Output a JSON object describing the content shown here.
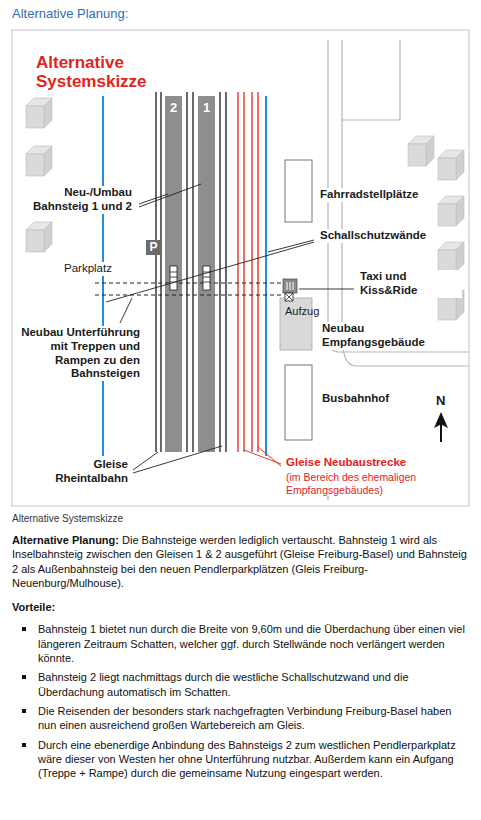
{
  "diagram": {
    "title": "Alternative Planung:",
    "caption": "Alternative Systemskizze",
    "nodes": [
      {
        "text": [
          "2"
        ]
      },
      {
        "text": [
          "1"
        ]
      },
      {
        "text": [
          "P"
        ]
      }
    ],
    "labels": [
      "Alternative Systemskizze",
      "Neu-/Umbau Bahnsteig 1 und 2",
      "Parkplatz",
      "Neubau Unterführung mit Treppen und Rampen zu den Bahnsteigen",
      "Gleise Rheintalbahn",
      "Fahrradstellplätze",
      "Schallschutzwände",
      "Taxi und Kiss&Ride",
      "Aufzug",
      "Neubau Empfangsgebäude",
      "Busbahnhof",
      "N",
      "Gleise Neubaustrecke",
      "(im Bereich des ehemaligen Empfangsgebäudes)",
      "Alternative Planung:",
      "Die Bahnsteige werden lediglich vertauscht. Bahnsteig 1 wird als Inselbahnsteig zwischen den Gleisen 1 & 2 ausgeführt (Gleise Freiburg-Basel) und Bahnsteig 2 als Außenbahnsteig bei den neuen Pendlerparkplätzen (Gleis Freiburg-Neuenburg/Mulhouse).",
      "Vorteile:",
      "Bahnsteig 1 bietet nun durch die Breite von 9,60m und die Überdachung über einen viel längeren Zeitraum Schatten, welcher ggf. durch Stellwände noch verlängert werden könnte.",
      "Bahnsteig 2 liegt nachmittags durch die westliche Schallschutzwand und die Überdachung automatisch im Schatten.",
      "Die Reisenden der besonders stark nachgefragten Verbindung Freiburg-Basel haben nun einen ausreichend großen Wartebereich am Gleis.",
      "Durch eine ebenerdige Anbindung des Bahnsteigs 2 zum westlichen Pendlerparkplatz wäre dieser von Westen her ohne Unterführung nutzbar. Außerdem kann ein Aufgang (Treppe + Rampe) durch die gemeinsame Nutzung eingespart werden."
    ]
  }
}
